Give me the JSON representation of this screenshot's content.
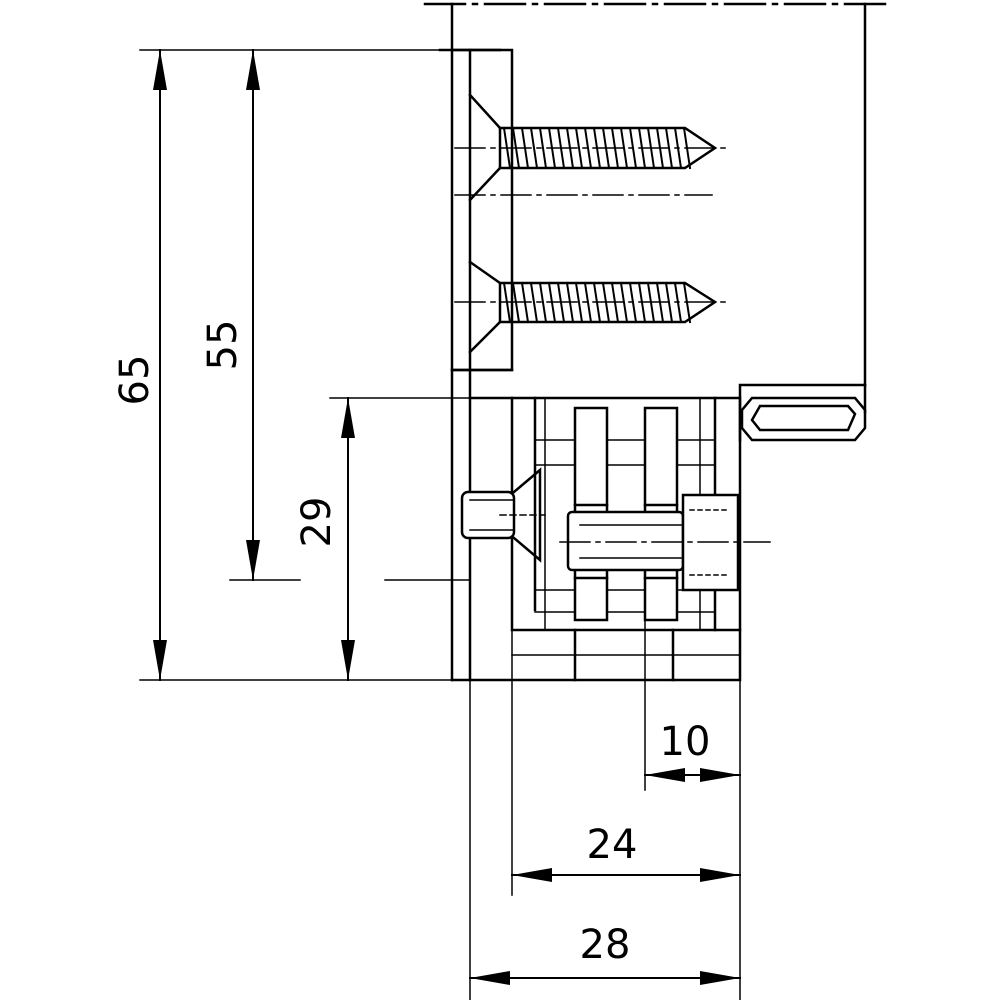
{
  "diagram": {
    "dimensions": {
      "overall_height": "65",
      "screw_plate_height": "55",
      "hinge_height": "29",
      "depth_small": "10",
      "depth_medium": "24",
      "depth_overall": "28"
    }
  }
}
